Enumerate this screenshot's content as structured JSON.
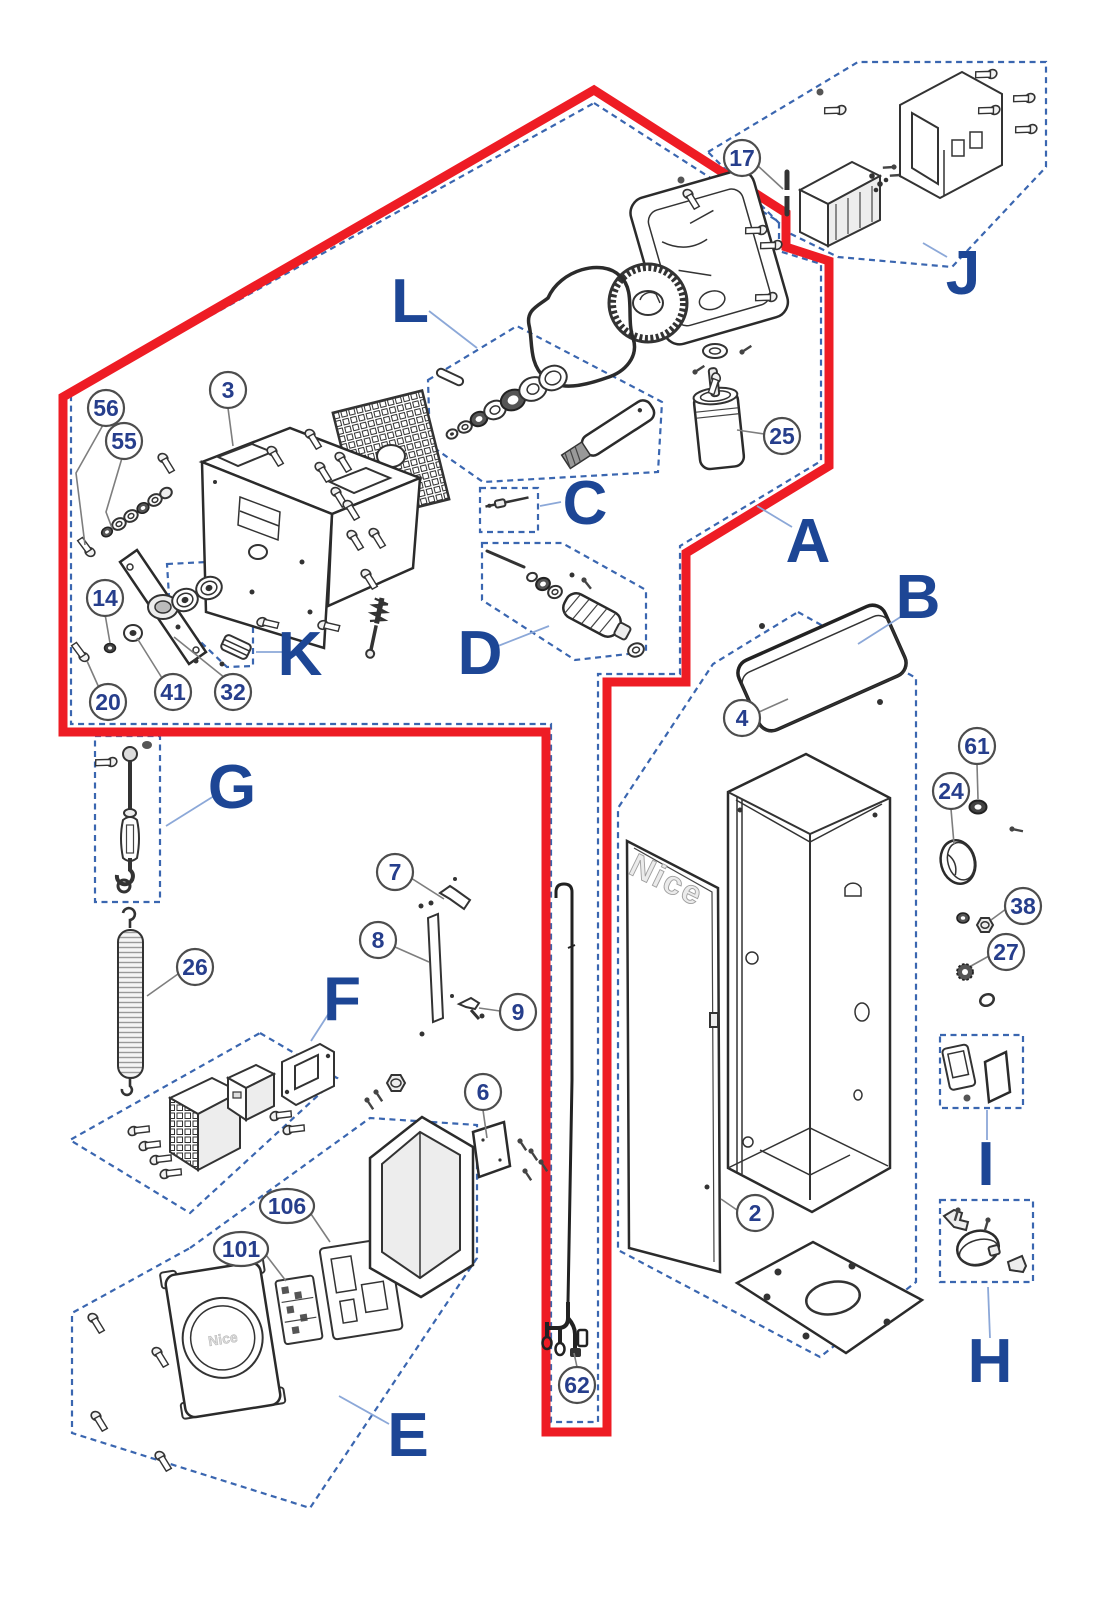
{
  "meta": {
    "description": "Exploded spare-parts diagram of a Nice barrier gate operator with lettered assembly groups and numbered components"
  },
  "brand": "Nice",
  "sections": {
    "A": "A",
    "B": "B",
    "C": "C",
    "D": "D",
    "E": "E",
    "F": "F",
    "G": "G",
    "H": "H",
    "I": "I",
    "J": "J",
    "K": "K",
    "L": "L"
  },
  "callouts": {
    "n2": "2",
    "n3": "3",
    "n4": "4",
    "n6": "6",
    "n7": "7",
    "n8": "8",
    "n9": "9",
    "n14": "14",
    "n17": "17",
    "n20": "20",
    "n24": "24",
    "n25": "25",
    "n26": "26",
    "n27": "27",
    "n32": "32",
    "n38": "38",
    "n41": "41",
    "n55": "55",
    "n56": "56",
    "n61": "61",
    "n62": "62",
    "n101": "101",
    "n106": "106"
  },
  "colors": {
    "highlight_red": "#ee1c24",
    "region_dashed_blue": "#3a66b0",
    "section_label_blue": "#1d4695",
    "callout_number_blue": "#263e8c",
    "artwork_stroke": "#333333",
    "background": "#ffffff"
  }
}
